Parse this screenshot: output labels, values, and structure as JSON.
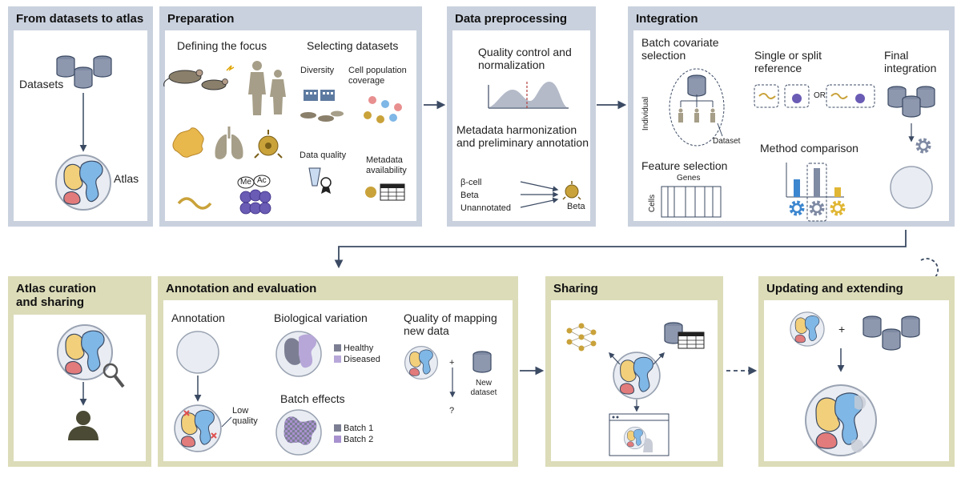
{
  "panels": {
    "from_datasets": {
      "title": "From datasets to atlas",
      "datasets": "Datasets",
      "atlas": "Atlas"
    },
    "preparation": {
      "title": "Preparation",
      "defining_focus": "Defining the focus",
      "selecting_datasets": "Selecting datasets",
      "diversity": "Diversity",
      "cell_population_coverage": "Cell population coverage",
      "data_quality": "Data quality",
      "metadata_availability": "Metadata availability",
      "me": "Me",
      "ac": "Ac"
    },
    "preprocessing": {
      "title": "Data preprocessing",
      "qc": "Quality control and normalization",
      "metadata": "Metadata harmonization and preliminary annotation",
      "labels": [
        "β-cell",
        "Beta",
        "Unannotated"
      ],
      "target": "Beta"
    },
    "integration": {
      "title": "Integration",
      "batch_covariate": "Batch covariate selection",
      "individual": "Individual",
      "dataset": "Dataset",
      "single_split": "Single or split reference",
      "or": "OR",
      "final_integration": "Final integration",
      "feature_selection": "Feature selection",
      "genes": "Genes",
      "cells": "Cells",
      "method_comparison": "Method comparison"
    },
    "curation": {
      "title": "Atlas curation and sharing"
    },
    "annotation": {
      "title": "Annotation and evaluation",
      "annotation": "Annotation",
      "low_quality": "Low quality",
      "bio_variation": "Biological variation",
      "healthy": "Healthy",
      "diseased": "Diseased",
      "batch_effects": "Batch effects",
      "batch1": "Batch 1",
      "batch2": "Batch 2",
      "quality_mapping": "Quality of mapping new data",
      "plus": "+",
      "question": "?",
      "new_dataset": "New dataset"
    },
    "sharing": {
      "title": "Sharing"
    },
    "updating": {
      "title": "Updating and extending",
      "plus": "+"
    }
  },
  "colors": {
    "panel_blue": "#c9d1de",
    "panel_beige": "#dcdcb9",
    "arrow": "#3b4a63",
    "cluster_yellow": "#f2cf7a",
    "cluster_blue": "#7fb7e6",
    "cluster_red": "#e27b7b",
    "cell_gold": "#c9a23a",
    "healthy": "#7c7f93",
    "diseased": "#b7a7d8",
    "batch1": "#7c7f93",
    "batch2": "#a891cf"
  }
}
